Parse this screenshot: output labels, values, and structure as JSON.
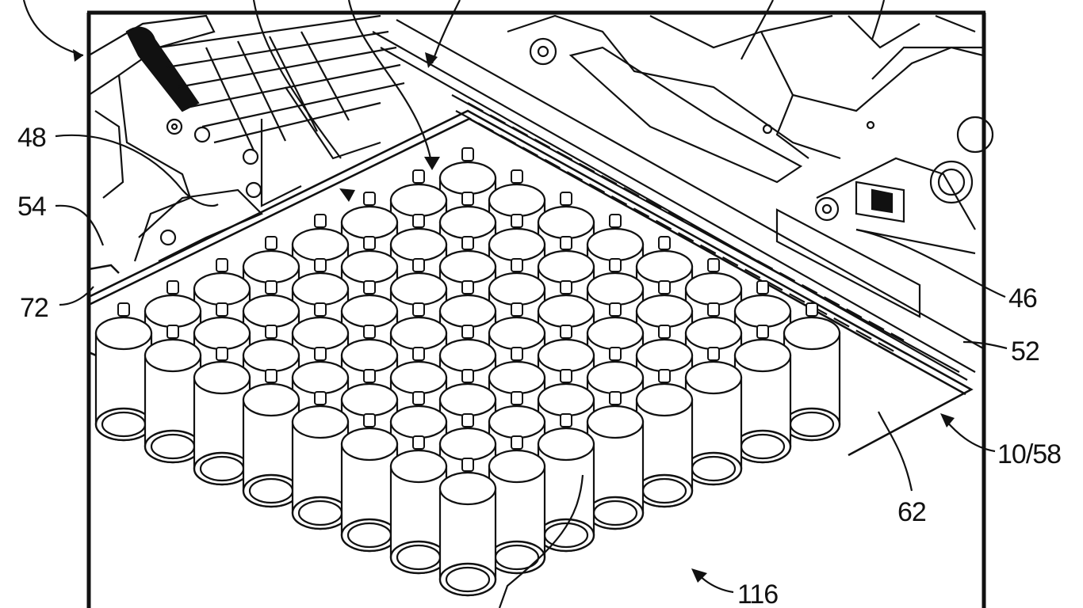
{
  "figure": {
    "background": "#ffffff",
    "ink": "#111111",
    "labels": {
      "l48": "48",
      "l54": "54",
      "l72": "72",
      "l46": "46",
      "l52": "52",
      "l1058": "10/58",
      "l62": "62",
      "l116": "116"
    },
    "cell_array": {
      "rows": 8,
      "cols": 8
    }
  }
}
